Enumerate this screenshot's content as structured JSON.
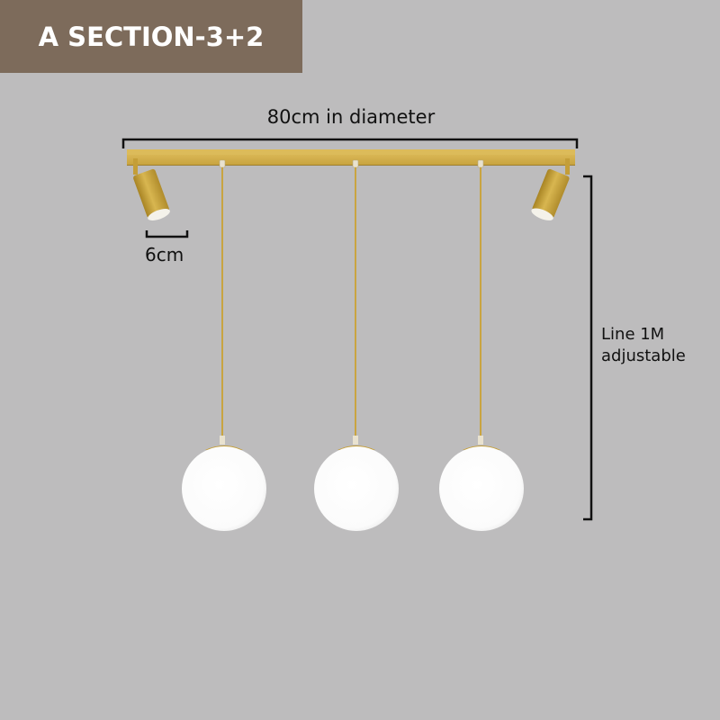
{
  "banner": {
    "title": "A SECTION-3+2",
    "color": "#7d6b5b"
  },
  "dimensions": {
    "width_label": "80cm in diameter",
    "spotlight_label": "6cm",
    "line_label_1": "Line 1M",
    "line_label_2": "adjustable"
  },
  "product": {
    "spotlights": 2,
    "globe_pendants": 3,
    "finish_color": "#c9a441",
    "globe_color": "#ffffff",
    "background_color": "#bdbcbd"
  }
}
